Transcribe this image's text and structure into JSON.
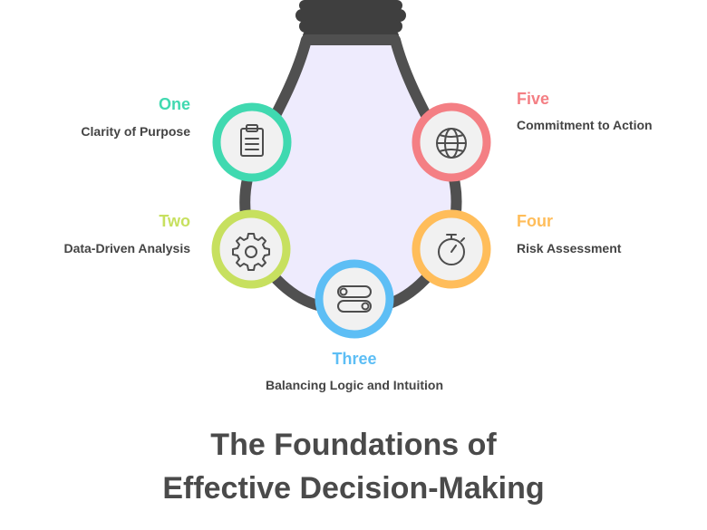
{
  "title": {
    "line1": "The Foundations of",
    "line2": "Effective Decision-Making"
  },
  "colors": {
    "bulb_outline": "#505050",
    "bulb_fill": "#eeebfd",
    "base": "#3f3f3f",
    "circle_fill": "#f1f1f1",
    "icon_stroke": "#4d4d4d",
    "one": "#40d9b0",
    "two": "#c7e05f",
    "three": "#5dbef5",
    "four": "#ffbd5a",
    "five": "#f47f84",
    "text": "#444444"
  },
  "items": [
    {
      "key": "one",
      "number": "One",
      "label": "Clarity of Purpose",
      "icon": "clipboard-icon"
    },
    {
      "key": "two",
      "number": "Two",
      "label": "Data-Driven Analysis",
      "icon": "gear-icon"
    },
    {
      "key": "three",
      "number": "Three",
      "label": "Balancing Logic and Intuition",
      "icon": "toggle-switches-icon"
    },
    {
      "key": "four",
      "number": "Four",
      "label": "Risk Assessment",
      "icon": "stopwatch-icon"
    },
    {
      "key": "five",
      "number": "Five",
      "label": "Commitment to Action",
      "icon": "globe-icon"
    }
  ]
}
